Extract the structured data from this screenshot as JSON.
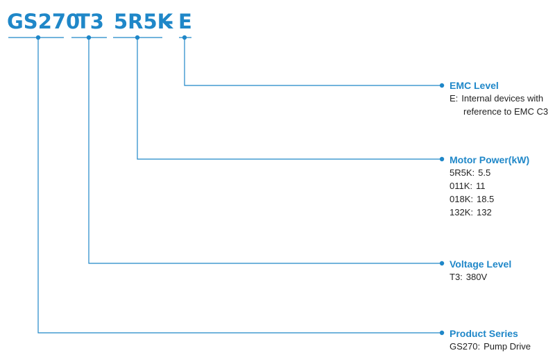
{
  "model": {
    "parts": [
      "GS270",
      "T3",
      "5R5K",
      "-",
      "E"
    ],
    "accent_color": "#1f87c8"
  },
  "sections": {
    "emc": {
      "title": "EMC Level",
      "entries": [
        {
          "code": "E:",
          "value": "Internal devices with"
        }
      ],
      "continuation": "reference to EMC C3"
    },
    "power": {
      "title": "Motor Power(kW)",
      "entries": [
        {
          "code": "5R5K:",
          "value": "5.5"
        },
        {
          "code": "011K:",
          "value": "11"
        },
        {
          "code": "018K:",
          "value": "18.5"
        },
        {
          "code": "132K:",
          "value": "132"
        }
      ]
    },
    "voltage": {
      "title": "Voltage Level",
      "entries": [
        {
          "code": "T3:",
          "value": "380V"
        }
      ]
    },
    "series": {
      "title": "Product Series",
      "entries": [
        {
          "code": "GS270:",
          "value": "Pump Drive"
        }
      ]
    }
  }
}
